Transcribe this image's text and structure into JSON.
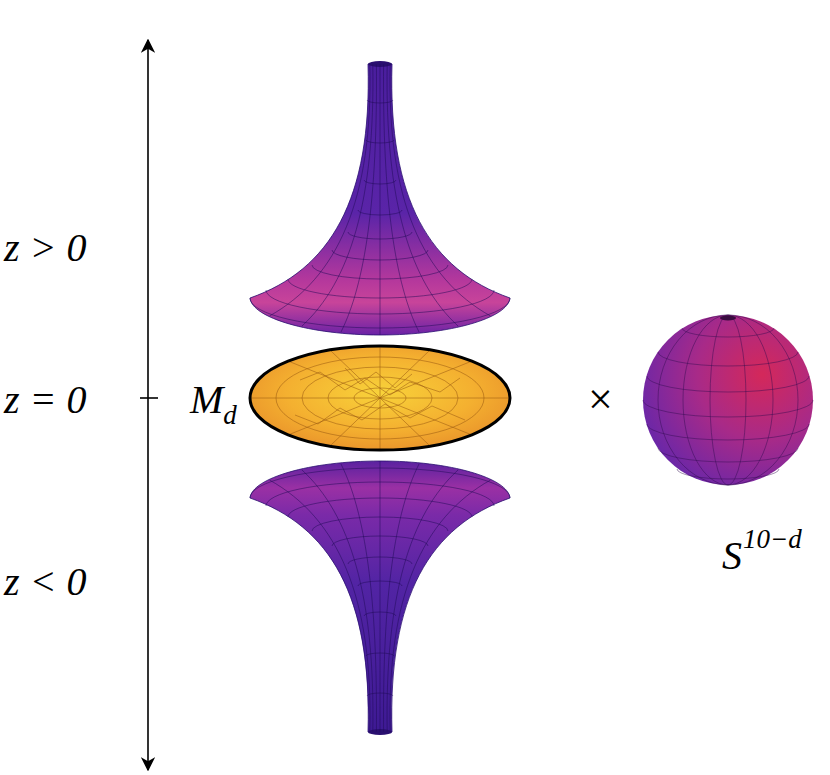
{
  "diagram": {
    "labels": [
      "z > 0",
      "z = 0",
      "z < 0",
      "M",
      "d",
      "×",
      "S",
      "10−d"
    ]
  }
}
